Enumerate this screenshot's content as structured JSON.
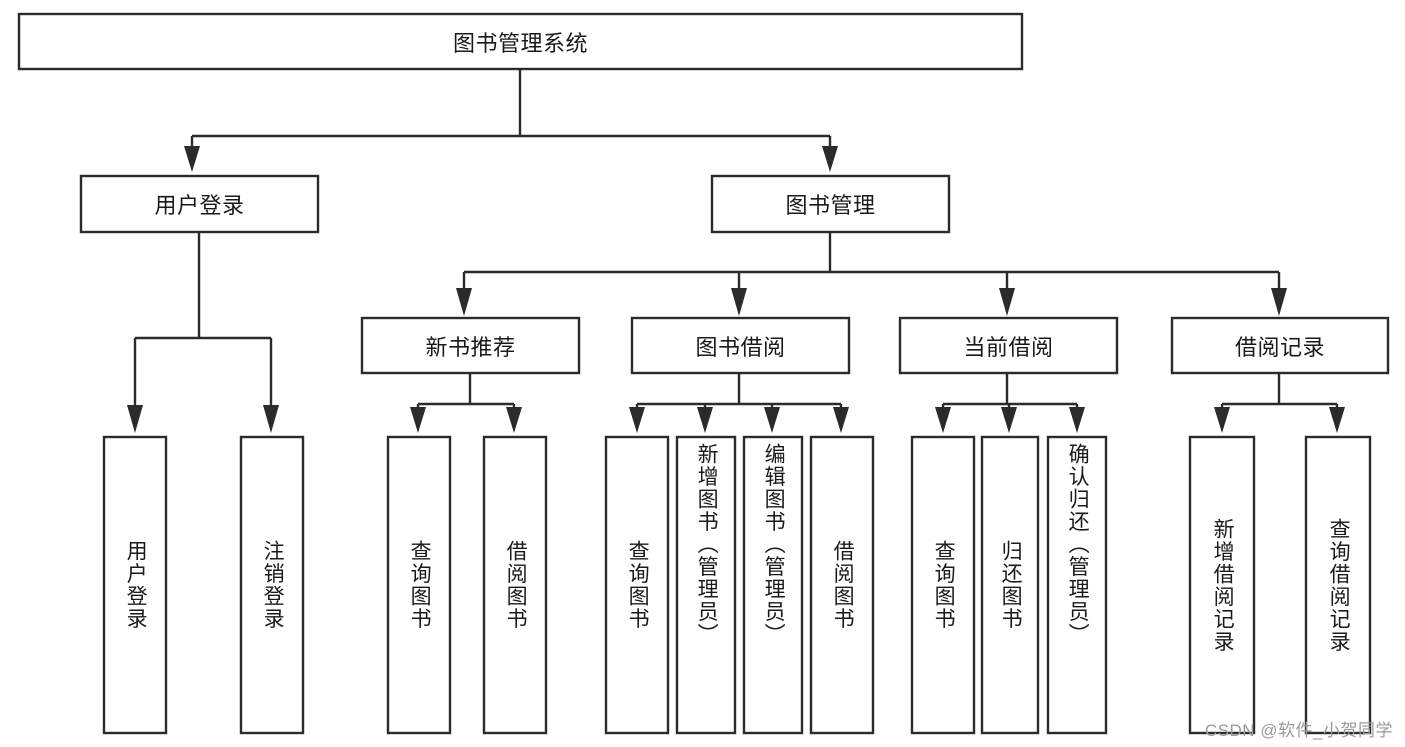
{
  "diagram": {
    "type": "tree-hierarchy",
    "title": "图书管理系统",
    "root": {
      "id": "root",
      "label": "图书管理系统",
      "orientation": "horizontal"
    },
    "level1": [
      {
        "id": "user-login",
        "label": "用户登录",
        "orientation": "horizontal"
      },
      {
        "id": "book-manage",
        "label": "图书管理",
        "orientation": "horizontal"
      }
    ],
    "level2": [
      {
        "id": "new-book-recommend",
        "label": "新书推荐",
        "orientation": "horizontal",
        "parent": "book-manage"
      },
      {
        "id": "book-borrow",
        "label": "图书借阅",
        "orientation": "horizontal",
        "parent": "book-manage"
      },
      {
        "id": "current-borrow",
        "label": "当前借阅",
        "orientation": "horizontal",
        "parent": "book-manage"
      },
      {
        "id": "borrow-record",
        "label": "借阅记录",
        "orientation": "horizontal",
        "parent": "book-manage"
      }
    ],
    "leaves": [
      {
        "id": "leaf-user-login",
        "label": "用户登录",
        "orientation": "vertical",
        "parent": "user-login"
      },
      {
        "id": "leaf-user-logout",
        "label": "注销登录",
        "orientation": "vertical",
        "parent": "user-login"
      },
      {
        "id": "leaf-query-book-1",
        "label": "查询图书",
        "orientation": "vertical",
        "parent": "new-book-recommend"
      },
      {
        "id": "leaf-borrow-book-1",
        "label": "借阅图书",
        "orientation": "vertical",
        "parent": "new-book-recommend"
      },
      {
        "id": "leaf-query-book-2",
        "label": "查询图书",
        "orientation": "vertical",
        "parent": "book-borrow"
      },
      {
        "id": "leaf-add-book",
        "label": "新增图书（管理员）",
        "orientation": "vertical",
        "parent": "book-borrow"
      },
      {
        "id": "leaf-edit-book",
        "label": "编辑图书（管理员）",
        "orientation": "vertical",
        "parent": "book-borrow"
      },
      {
        "id": "leaf-borrow-book-2",
        "label": "借阅图书",
        "orientation": "vertical",
        "parent": "book-borrow"
      },
      {
        "id": "leaf-query-book-3",
        "label": "查询图书",
        "orientation": "vertical",
        "parent": "current-borrow"
      },
      {
        "id": "leaf-return-book",
        "label": "归还图书",
        "orientation": "vertical",
        "parent": "current-borrow"
      },
      {
        "id": "leaf-confirm-return",
        "label": "确认归还（管理员）",
        "orientation": "vertical",
        "parent": "current-borrow"
      },
      {
        "id": "leaf-add-record",
        "label": "新增借阅记录",
        "orientation": "vertical",
        "parent": "borrow-record"
      },
      {
        "id": "leaf-query-record",
        "label": "查询借阅记录",
        "orientation": "vertical",
        "parent": "borrow-record"
      }
    ],
    "colors": {
      "box_fill": "#ffffff",
      "box_stroke": "#2b2b2b",
      "text": "#1a1a1a",
      "background": "#ffffff",
      "watermark": "#9a9a9a"
    }
  },
  "watermark": {
    "text": "CSDN @软件_小贺同学"
  }
}
